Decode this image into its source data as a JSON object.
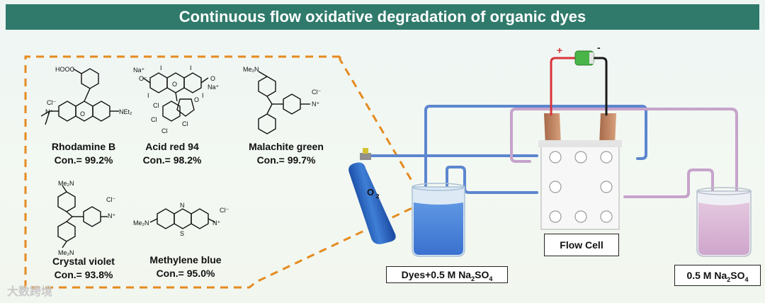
{
  "title": "Continuous flow oxidative degradation of organic dyes",
  "molecules": [
    {
      "name": "Rhodamine B",
      "conversion": "Con.= 99.2%",
      "atoms": [
        "HOOC",
        "O",
        "NEt₂",
        "Cl⁻",
        "N⁺"
      ]
    },
    {
      "name": "Acid red 94",
      "conversion": "Con.= 98.2%",
      "atoms": [
        "Na⁺",
        "O⁻",
        "O",
        "O",
        "Na⁺",
        "I",
        "I",
        "I",
        "I",
        "Cl",
        "Cl",
        "Cl",
        "Cl",
        "O"
      ]
    },
    {
      "name": "Malachite green",
      "conversion": "Con.= 99.7%",
      "atoms": [
        "Me₂N",
        "Cl⁻",
        "N⁺"
      ]
    },
    {
      "name": "Crystal violet",
      "conversion": "Con.= 93.8%",
      "atoms": [
        "Me₂N",
        "Me₂N",
        "Cl⁻",
        "N⁺"
      ]
    },
    {
      "name": "Methylene blue",
      "conversion": "Con.= 95.0%",
      "atoms": [
        "Me₂N",
        "N",
        "S",
        "Cl⁻",
        "N⁺"
      ]
    }
  ],
  "apparatus": {
    "oxygen_label": "O",
    "oxygen_subscript": "2",
    "positive_label": "+",
    "negative_label": "-",
    "flow_cell_label": "Flow Cell",
    "dye_solution_prefix": "Dyes+0.5 M Na",
    "electrolyte_prefix": "0.5 M Na",
    "so": "SO",
    "sub_2": "2",
    "sub_4": "4"
  },
  "colors": {
    "title_bar": "#2f7a6b",
    "callout_outline": "#e58a1f",
    "blue_tubing": "#5c86cf",
    "pink_tubing": "#c6a3cb",
    "oxygen_tank": "#2f65c2",
    "dye_liquid": "#4b82d8",
    "electrolyte_liquid": "#d9b8d6",
    "battery": "#49b447",
    "positive_wire": "#d9343b"
  },
  "watermark": "大数跨境"
}
